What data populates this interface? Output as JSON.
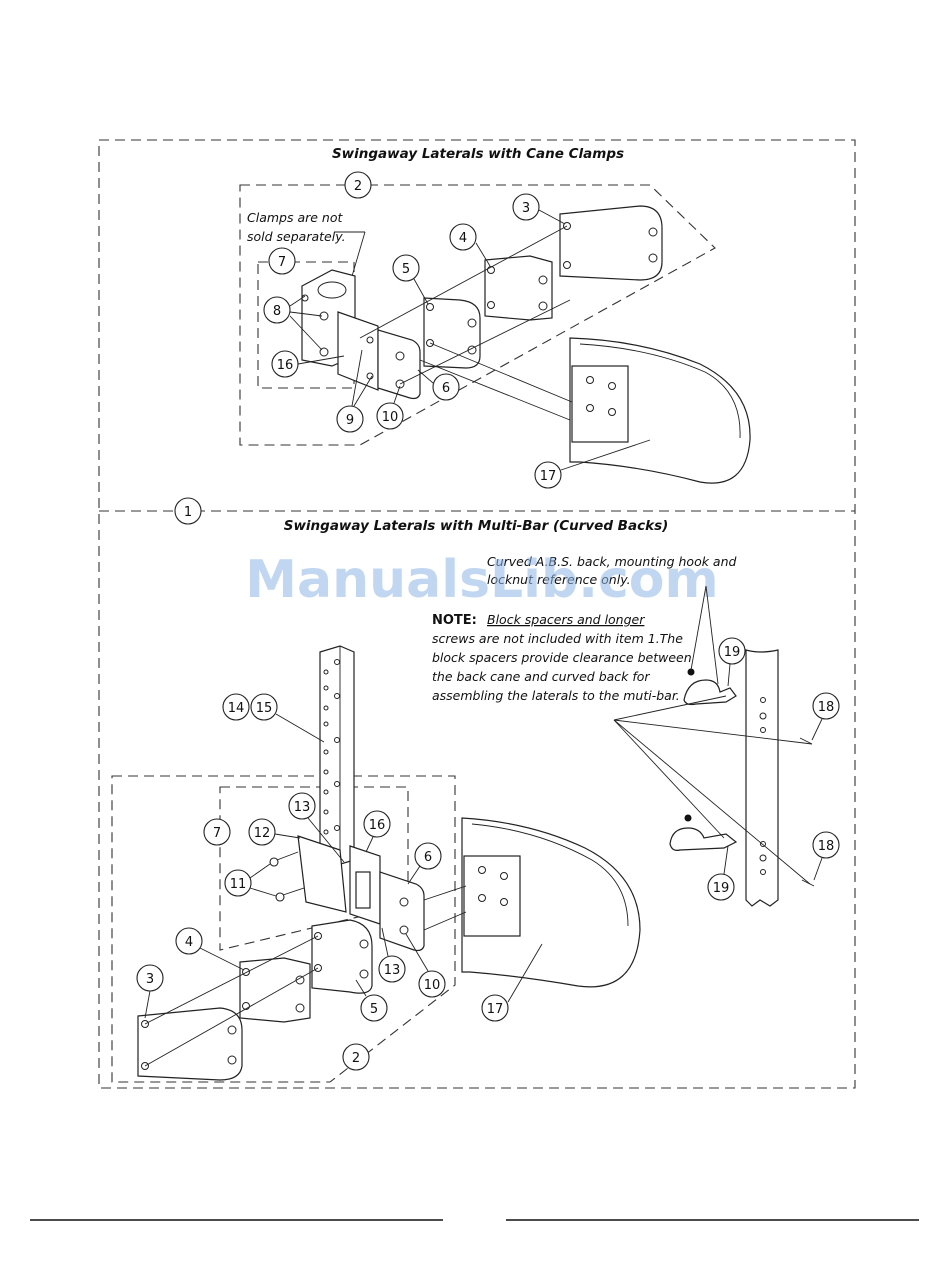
{
  "top": {
    "title": "Swingaway Laterals with Cane Clamps",
    "note_line1": "Clamps are not",
    "note_line2": "sold separately.",
    "callouts": {
      "c2": "2",
      "c3": "3",
      "c4": "4",
      "c5": "5",
      "c6": "6",
      "c7": "7",
      "c8": "8",
      "c9": "9",
      "c10": "10",
      "c16": "16",
      "c17": "17"
    }
  },
  "section_callout": "1",
  "bottom": {
    "title": "Swingaway Laterals with Multi-Bar (Curved Backs)",
    "abs_note_line1": "Curved A.B.S. back, mounting hook and",
    "abs_note_line2": "locknut reference only.",
    "note_label": "NOTE:",
    "note_line1": "Block spacers and longer",
    "note_line2": "screws are not included with item 1.The",
    "note_line3": "block spacers provide clearance between",
    "note_line4": "the back cane and curved back for",
    "note_line5": "assembling the laterals to the muti-bar.",
    "callouts": {
      "c14": "14",
      "c15": "15",
      "c7": "7",
      "c12": "12",
      "c13a": "13",
      "c16": "16",
      "c6": "6",
      "c11": "11",
      "c4": "4",
      "c3": "3",
      "c13b": "13",
      "c10": "10",
      "c5": "5",
      "c17": "17",
      "c2": "2",
      "c19a": "19",
      "c18a": "18",
      "c18b": "18",
      "c19b": "19"
    }
  },
  "watermark": "ManualsLib.com"
}
